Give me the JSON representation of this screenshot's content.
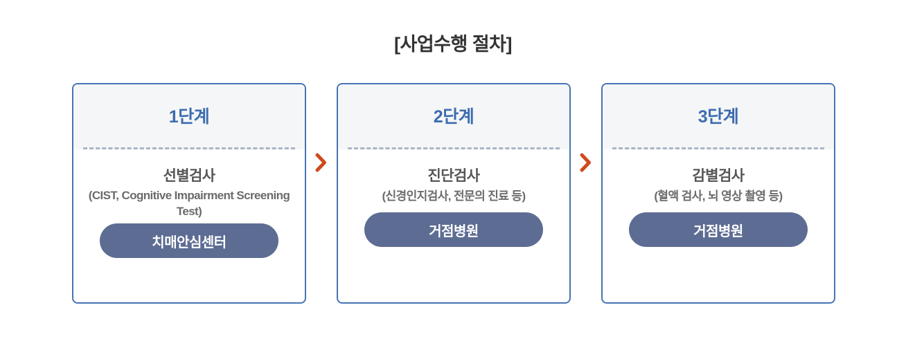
{
  "title": "[사업수행 절차]",
  "theme": {
    "background": "#ffffff",
    "card_border": "#4673B5",
    "card_header_bg": "#f5f6f7",
    "stage_text": "#3D6CB0",
    "divider": "#A9B4C6",
    "body_text": "#555555",
    "pill_bg": "#5D6C93",
    "pill_text": "#ffffff",
    "arrow": "#CE4A1E",
    "title_text": "#333333"
  },
  "steps": [
    {
      "stage": "1단계",
      "test_name": "선별검사",
      "test_detail": "(CIST, Cognitive Impairment Screening Test)",
      "provider": "치매안심센터"
    },
    {
      "stage": "2단계",
      "test_name": "진단검사",
      "test_detail": "(신경인지검사, 전문의 진료 등)",
      "provider": "거점병원"
    },
    {
      "stage": "3단계",
      "test_name": "감별검사",
      "test_detail": "(혈액 검사, 뇌 영상 촬영 등)",
      "provider": "거점병원"
    }
  ],
  "connectors": [
    {
      "icon": "chevron-right-icon"
    },
    {
      "icon": "chevron-right-icon"
    }
  ]
}
